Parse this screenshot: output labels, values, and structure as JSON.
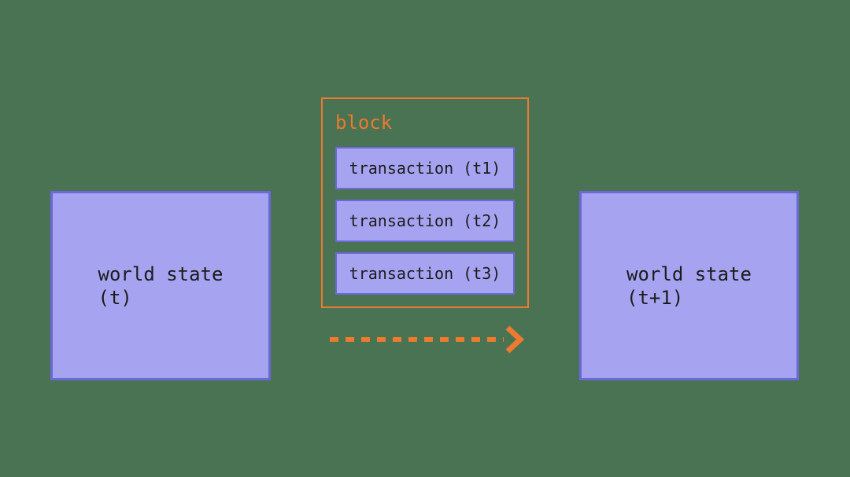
{
  "colors": {
    "background": "#4a7353",
    "box_fill": "#a6a3f0",
    "box_border": "#6b68d8",
    "orange": "#ec7a2f",
    "text": "#1c1c1c"
  },
  "left_state_box": {
    "line1": "world state",
    "line2": "(t)"
  },
  "block": {
    "label": "block",
    "transactions": [
      {
        "label": "transaction (t1)"
      },
      {
        "label": "transaction (t2)"
      },
      {
        "label": "transaction (t3)"
      }
    ]
  },
  "arrow": {
    "direction": "right",
    "style": "dashed"
  },
  "right_state_box": {
    "line1": "world state",
    "line2": "(t+1)"
  }
}
